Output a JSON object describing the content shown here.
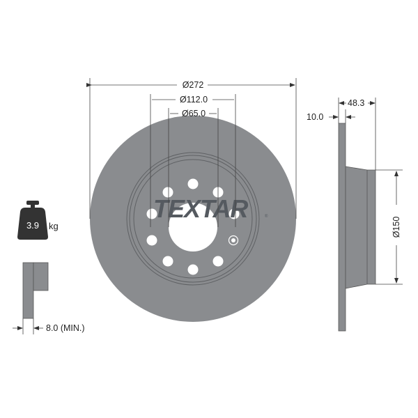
{
  "drawing": {
    "brand": "TEXTAR",
    "brand_mark": "®",
    "disc_color": "#8a8c8f",
    "line_color": "#555555",
    "dimensions": {
      "outer_diameter": "Ø272",
      "pcd": "Ø112.0",
      "centre_bore": "Ø65.0",
      "height": "48.3",
      "thickness": "10.0",
      "hub_diameter": "Ø150",
      "min_thickness": "8.0 (MIN.)"
    },
    "weight": {
      "value": "3.9",
      "unit": "kg",
      "icon": "weight-icon"
    },
    "bolt_holes": 10
  }
}
